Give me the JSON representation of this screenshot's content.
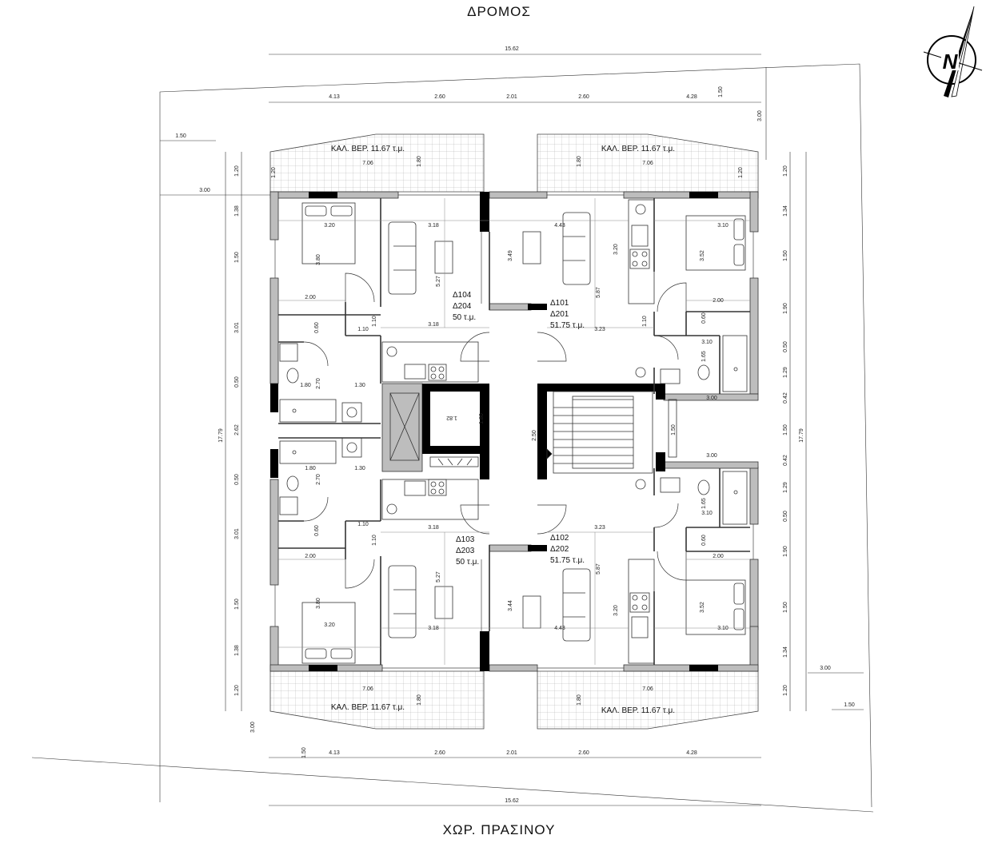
{
  "labels": {
    "street_top": "ΔΡΟΜΟΣ",
    "street_bottom": "ΧΩΡ. ΠΡΑΣΙΝΟΥ",
    "north": "N"
  },
  "apartments": {
    "a104": {
      "l1": "Δ104",
      "l2": "Δ204",
      "l3": "50 τ.μ."
    },
    "a101": {
      "l1": "Δ101",
      "l2": "Δ201",
      "l3": "51.75 τ.μ."
    },
    "a103": {
      "l1": "Δ103",
      "l2": "Δ203",
      "l3": "50 τ.μ."
    },
    "a102": {
      "l1": "Δ102",
      "l2": "Δ202",
      "l3": "51.75 τ.μ."
    }
  },
  "balconies": {
    "tl": "ΚΑΛ. ΒΕΡ. 11.67 τ.μ.",
    "tr": "ΚΑΛ. ΒΕΡ. 11.67 τ.μ.",
    "bl": "ΚΑΛ. ΒΕΡ. 11.67 τ.μ.",
    "br": "ΚΑΛ. ΒΕΡ. 11.67 τ.μ."
  },
  "dims": {
    "total_width": "15.62",
    "seg_a": "4.13",
    "seg_b": "2.60",
    "seg_c": "2.01",
    "seg_d": "2.60",
    "seg_e": "4.28",
    "setback_150": "1.50",
    "setback_300": "3.00",
    "balcony_706": "7.06",
    "balcony_180": "1.80",
    "balcony_120": "1.20",
    "total_height": "17.79",
    "v138": "1.38",
    "v150": "1.50",
    "v301": "3.01",
    "v050": "0.50",
    "v262": "2.62",
    "v134": "1.34",
    "v190": "1.90",
    "v129": "1.29",
    "v042": "0.42",
    "r320": "3.20",
    "r318": "3.18",
    "r443": "4.43",
    "r310": "3.10",
    "r323": "3.23",
    "r349": "3.49",
    "r344": "3.44",
    "r352": "3.52",
    "r380": "3.80",
    "r527": "5.27",
    "r587": "5.87",
    "r200": "2.00",
    "r110": "1.10",
    "r060": "0.60",
    "r270": "2.70",
    "r130": "1.30",
    "r165": "1.65",
    "r182": "1.82",
    "r250": "2.50"
  }
}
